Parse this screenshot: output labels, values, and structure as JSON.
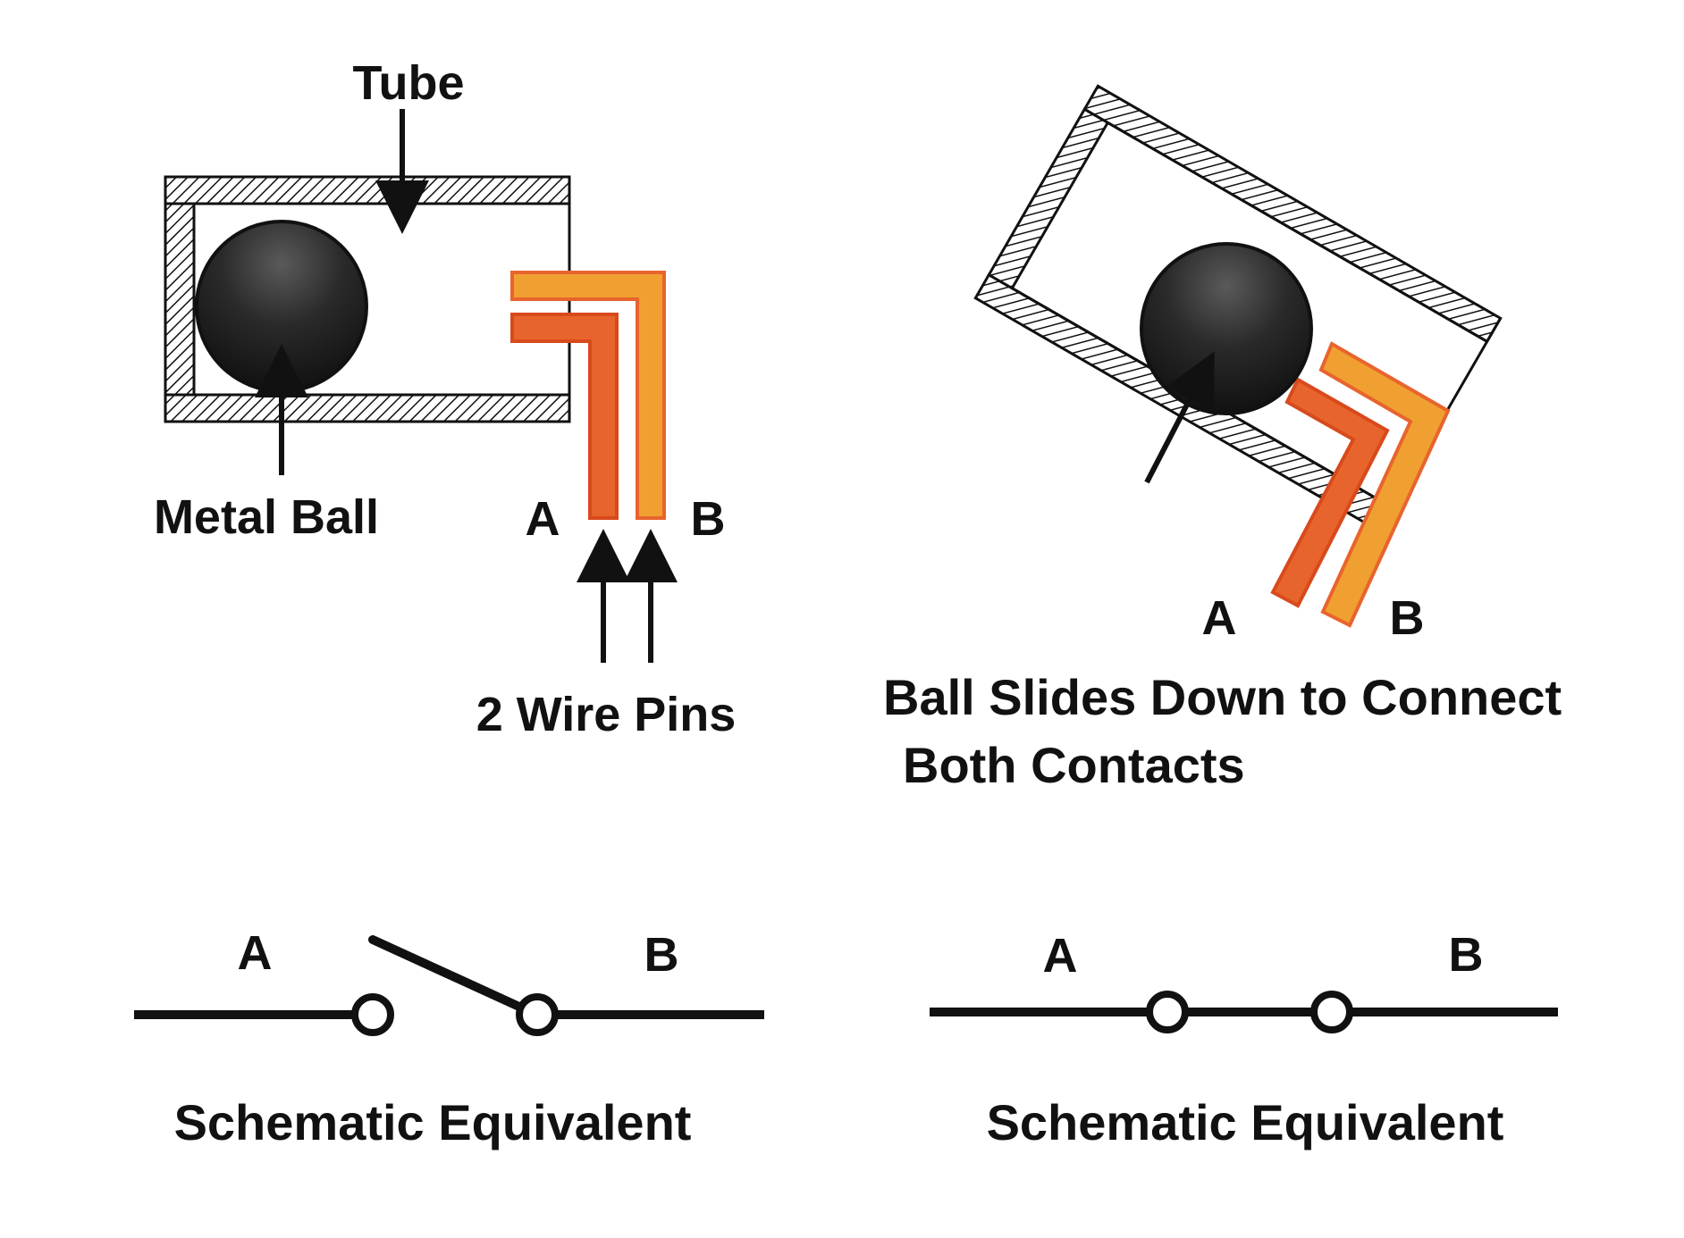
{
  "colors": {
    "outline": "#111111",
    "pin_a": "#e8642d",
    "pin_b": "#f0a030",
    "ball": "#1a1a1a",
    "background": "#ffffff"
  },
  "upright_switch": {
    "tube_label": "Tube",
    "ball_label": "Metal Ball",
    "pin_a_label": "A",
    "pin_b_label": "B",
    "pins_label": "2 Wire Pins"
  },
  "tilted_switch": {
    "pin_a_label": "A",
    "pin_b_label": "B",
    "caption_line1": "Ball Slides Down to Connect",
    "caption_line2": "Both Contacts"
  },
  "schematic_open": {
    "a_label": "A",
    "b_label": "B",
    "caption": "Schematic Equivalent"
  },
  "schematic_closed": {
    "a_label": "A",
    "b_label": "B",
    "caption": "Schematic Equivalent"
  }
}
